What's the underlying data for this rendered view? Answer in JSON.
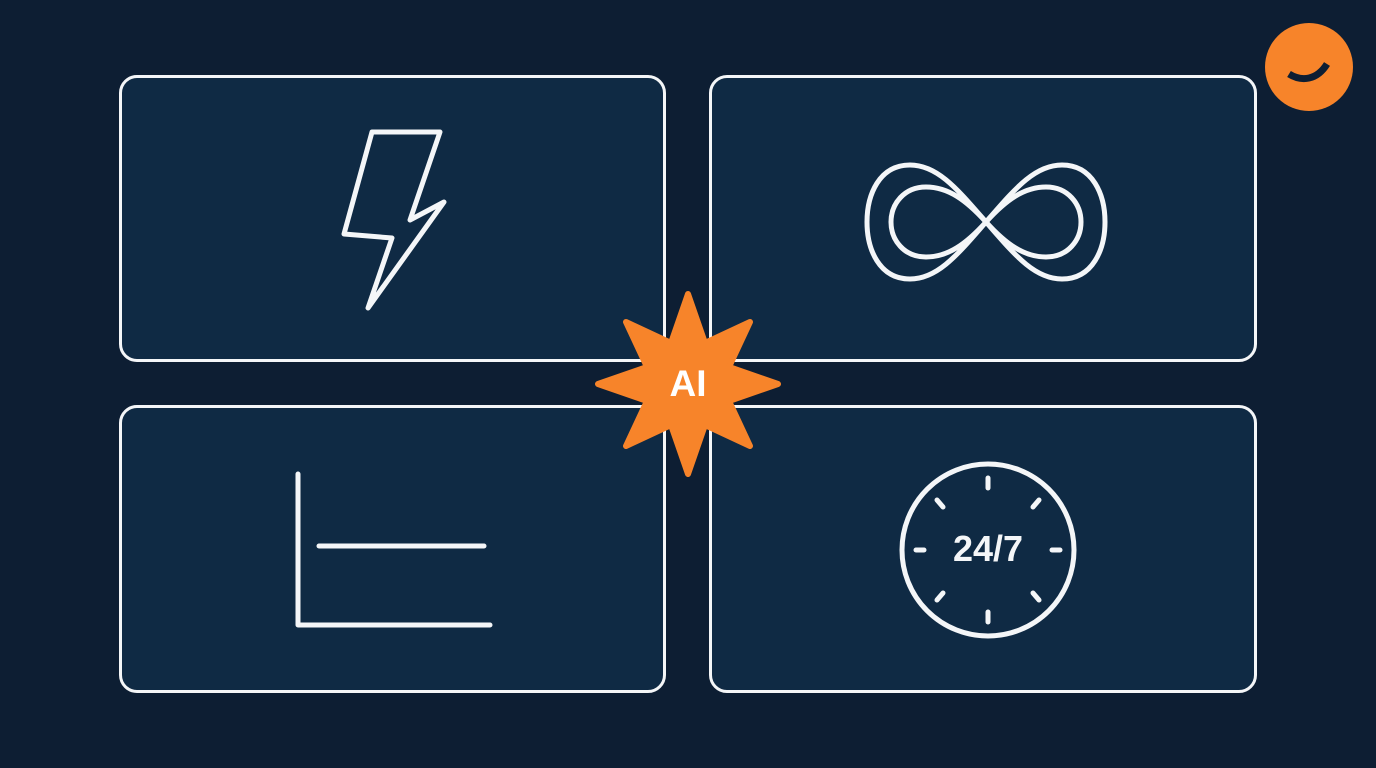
{
  "colors": {
    "background": "#0d1e33",
    "card_fill": "#0f2a44",
    "card_stroke": "#f4f6f8",
    "accent": "#f7842a",
    "icon_stroke": "#f4f6f8"
  },
  "cards": [
    {
      "position": "top-left",
      "icon": "lightning-bolt-icon"
    },
    {
      "position": "top-right",
      "icon": "infinity-icon"
    },
    {
      "position": "bottom-left",
      "icon": "bar-chart-axis-icon"
    },
    {
      "position": "bottom-right",
      "icon": "clock-24-7-icon",
      "label": "24/7"
    }
  ],
  "center_badge": {
    "label": "AI",
    "shape": "8-point-starburst"
  },
  "logo": {
    "icon": "smile-logo-icon"
  }
}
